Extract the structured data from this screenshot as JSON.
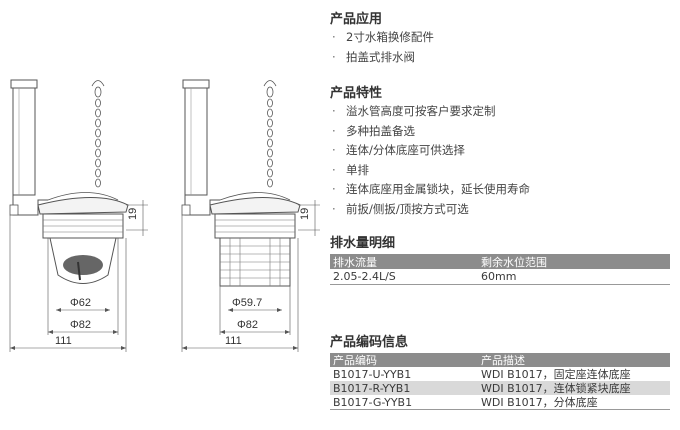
{
  "drawing_left": {
    "dim_inner": "Φ62",
    "dim_outer": "Φ82",
    "dim_width": "111",
    "dim_height": "19"
  },
  "drawing_right": {
    "dim_inner": "Φ59.7",
    "dim_outer": "Φ82",
    "dim_width": "111",
    "dim_height": "19"
  },
  "application": {
    "title": "产品应用",
    "items": [
      "2寸水箱换修配件",
      "拍盖式排水阀"
    ]
  },
  "features": {
    "title": "产品特性",
    "items": [
      "溢水管高度可按客户要求定制",
      "多种拍盖备选",
      "连体/分体底座可供选择",
      "单排",
      "连体底座用金属锁块，延长使用寿命",
      "前扳/侧扳/顶按方式可选"
    ]
  },
  "flow": {
    "title": "排水量明细",
    "headers": [
      "排水流量",
      "剩余水位范围"
    ],
    "rows": [
      [
        "2.05-2.4L/S",
        "60mm"
      ]
    ]
  },
  "codes": {
    "title": "产品编码信息",
    "headers": [
      "产品编码",
      "产品描述"
    ],
    "rows": [
      [
        "B1017-U-YYB1",
        "WDI  B1017，固定座连体底座"
      ],
      [
        "B1017-R-YYB1",
        "WDI  B1017，连体锁紧块底座"
      ],
      [
        "B1017-G-YYB1",
        "WDI  B1017，分体底座"
      ]
    ]
  },
  "bullet": "·"
}
